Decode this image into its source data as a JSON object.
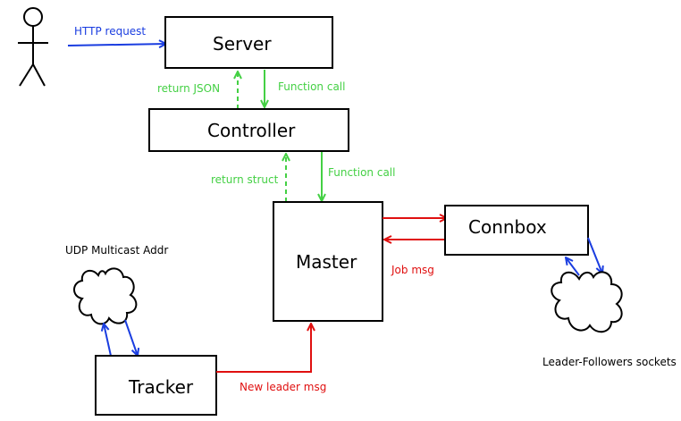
{
  "nodes": {
    "server": "Server",
    "controller": "Controller",
    "master": "Master",
    "connbox": "Connbox",
    "tracker": "Tracker"
  },
  "edges": {
    "http_request": "HTTP request",
    "return_json": "return JSON",
    "function_call_server": "Function call",
    "return_struct": "return struct",
    "function_call_controller": "Function call",
    "job_msg": "Job msg",
    "new_leader_msg": "New leader msg"
  },
  "externals": {
    "udp_multicast": "UDP Multicast Addr",
    "leader_followers": "Leader-Followers sockets"
  },
  "colors": {
    "http": "#1a3de0",
    "calls": "#44d044",
    "messages": "#e01010",
    "sockets": "#1a3de0"
  },
  "icons": {
    "user": "stick-figure-icon",
    "network": "cloud-icon"
  }
}
